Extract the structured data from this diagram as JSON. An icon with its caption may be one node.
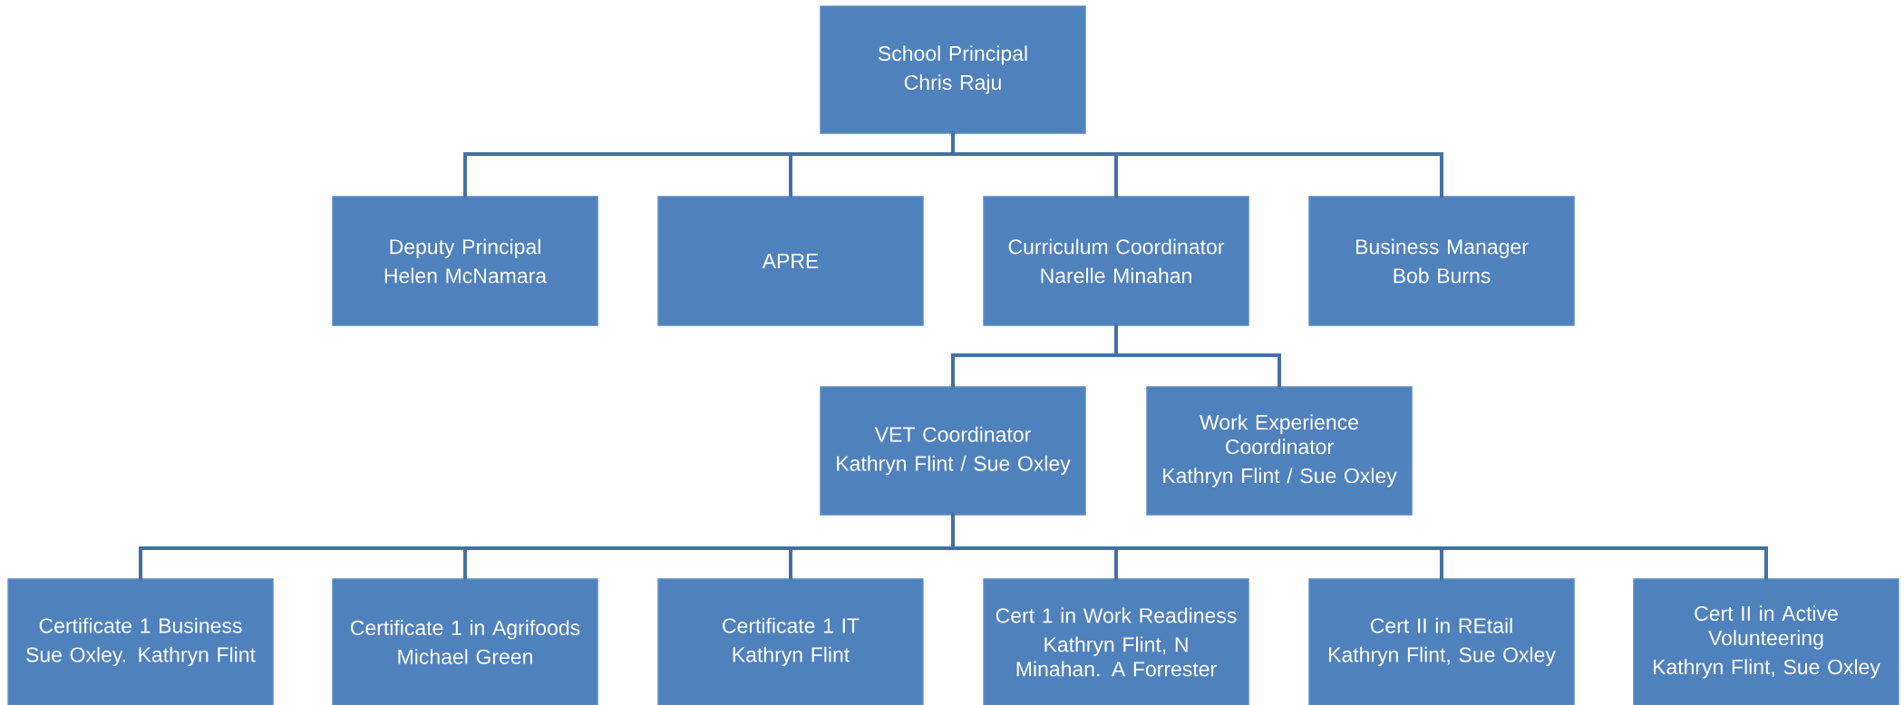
{
  "diagram": {
    "nodes": [
      {
        "text": [
          "School Principal",
          "Chris Raju"
        ]
      },
      {
        "text": [
          "Deputy Principal",
          "Helen McNamara"
        ]
      },
      {
        "text": [
          "APRE"
        ]
      },
      {
        "text": [
          "Curriculum Coordinator",
          "Narelle Minahan"
        ]
      },
      {
        "text": [
          "Business Manager",
          "Bob Burns"
        ]
      },
      {
        "text": [
          "VET Coordinator",
          "Kathryn Flint / Sue Oxley"
        ]
      },
      {
        "text": [
          "Work Experience Coordinator",
          "Kathryn Flint / Sue Oxley"
        ]
      },
      {
        "text": [
          "Certificate 1 Business",
          "Sue Oxley. Kathryn Flint"
        ]
      },
      {
        "text": [
          "Certificate 1 in Agrifoods",
          "Michael Green"
        ]
      },
      {
        "text": [
          "Certificate 1 IT",
          "Kathryn Flint"
        ]
      },
      {
        "text": [
          "Cert 1 in Work Readiness",
          "Kathryn Flint, N Minahan. A Forrester"
        ]
      },
      {
        "text": [
          "Cert II in REtail",
          "Kathryn Flint, Sue Oxley"
        ]
      },
      {
        "text": [
          "Cert II in Active Volunteering",
          "Kathryn Flint, Sue Oxley"
        ]
      }
    ],
    "edges": [
      {
        "from": 0,
        "to": 1,
        "arrow": "none"
      },
      {
        "from": 0,
        "to": 2,
        "arrow": "none"
      },
      {
        "from": 0,
        "to": 3,
        "arrow": "none"
      },
      {
        "from": 0,
        "to": 4,
        "arrow": "none"
      },
      {
        "from": 3,
        "to": 5,
        "arrow": "none"
      },
      {
        "from": 3,
        "to": 6,
        "arrow": "none"
      },
      {
        "from": 5,
        "to": 7,
        "arrow": "none"
      },
      {
        "from": 5,
        "to": 8,
        "arrow": "none"
      },
      {
        "from": 5,
        "to": 9,
        "arrow": "none"
      },
      {
        "from": 5,
        "to": 10,
        "arrow": "none"
      },
      {
        "from": 5,
        "to": 11,
        "arrow": "none"
      },
      {
        "from": 5,
        "to": 12,
        "arrow": "none"
      }
    ]
  }
}
